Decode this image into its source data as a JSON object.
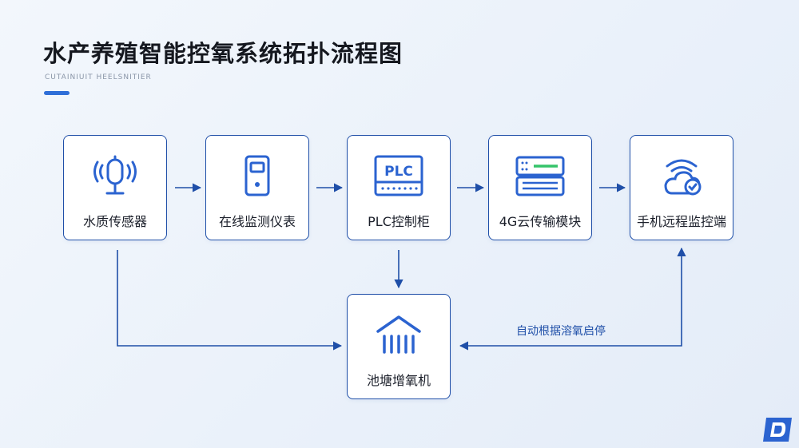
{
  "title": "水产养殖智能控氧系统拓扑流程图",
  "subtitle": "CUTAINIUIT HEELSNITIER",
  "colors": {
    "accent": "#1f4fa8",
    "icon": "#2b63d0",
    "node_border": "#1f4fa8"
  },
  "nodes": {
    "sensor": {
      "label": "水质传感器",
      "icon": "water-sensor-icon"
    },
    "meter": {
      "label": "在线监测仪表",
      "icon": "monitor-meter-icon"
    },
    "plc": {
      "label": "PLC控制柜",
      "icon": "plc-cabinet-icon",
      "icon_text": "PLC"
    },
    "cloud": {
      "label": "4G云传输模块",
      "icon": "server-module-icon"
    },
    "phone": {
      "label": "手机远程监控端",
      "icon": "cloud-check-icon"
    },
    "aerator": {
      "label": "池塘增氧机",
      "icon": "aerator-house-icon"
    }
  },
  "edges": [
    {
      "from": "sensor",
      "to": "meter"
    },
    {
      "from": "meter",
      "to": "plc"
    },
    {
      "from": "plc",
      "to": "cloud"
    },
    {
      "from": "cloud",
      "to": "phone"
    },
    {
      "from": "plc",
      "to": "aerator"
    },
    {
      "from": "sensor",
      "to": "aerator"
    },
    {
      "from": "aerator",
      "to": "phone",
      "label": "自动根据溶氧启停"
    }
  ],
  "logo": {
    "icon": "d-logo-icon"
  }
}
